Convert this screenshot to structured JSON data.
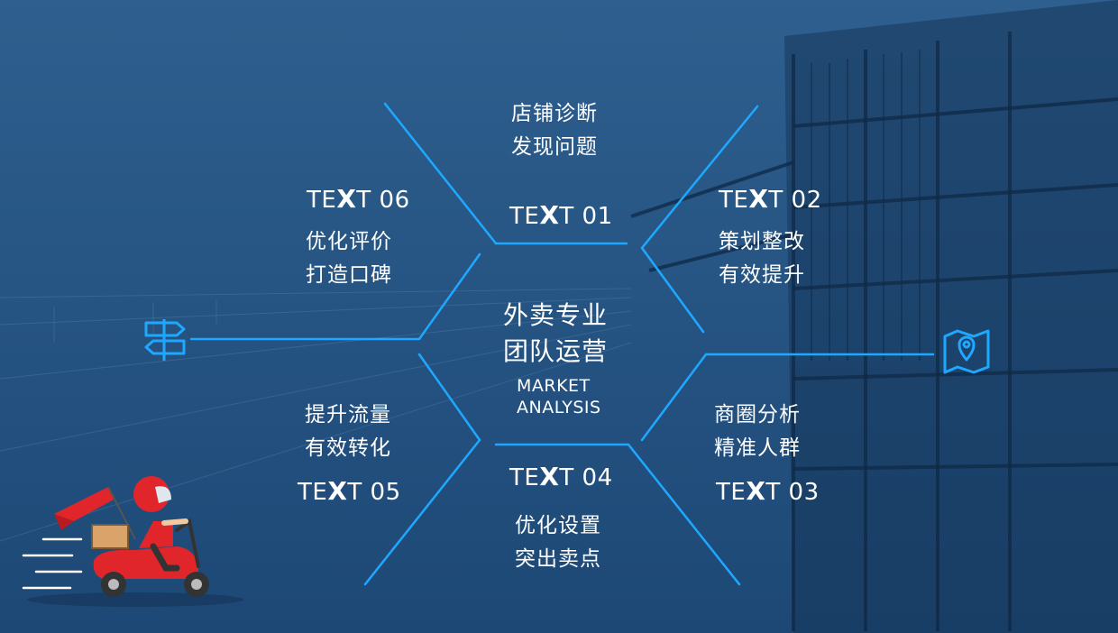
{
  "center": {
    "title_line1": "外卖专业",
    "title_line2": "团队运营",
    "sub_line1": "MARKET",
    "sub_line2": "ANALYSIS"
  },
  "items": [
    {
      "label_pre": "TE",
      "label_x": "X",
      "label_post": "T 01",
      "line1": "店铺诊断",
      "line2": "发现问题"
    },
    {
      "label_pre": "TE",
      "label_x": "X",
      "label_post": "T 02",
      "line1": "策划整改",
      "line2": "有效提升"
    },
    {
      "label_pre": "TE",
      "label_x": "X",
      "label_post": "T 03",
      "line1": "商圈分析",
      "line2": "精准人群"
    },
    {
      "label_pre": "TE",
      "label_x": "X",
      "label_post": "T 04",
      "line1": "优化设置",
      "line2": "突出卖点"
    },
    {
      "label_pre": "TE",
      "label_x": "X",
      "label_post": "T 05",
      "line1": "提升流量",
      "line2": "有效转化"
    },
    {
      "label_pre": "TE",
      "label_x": "X",
      "label_post": "T 06",
      "line1": "优化评价",
      "line2": "打造口碑"
    }
  ],
  "icons": {
    "signpost": "signpost-icon",
    "map": "map-pin-icon",
    "scooter": "delivery-scooter-icon"
  },
  "colors": {
    "accent": "#1fa8ff",
    "text": "#ffffff",
    "scooter_red": "#e0262b"
  }
}
